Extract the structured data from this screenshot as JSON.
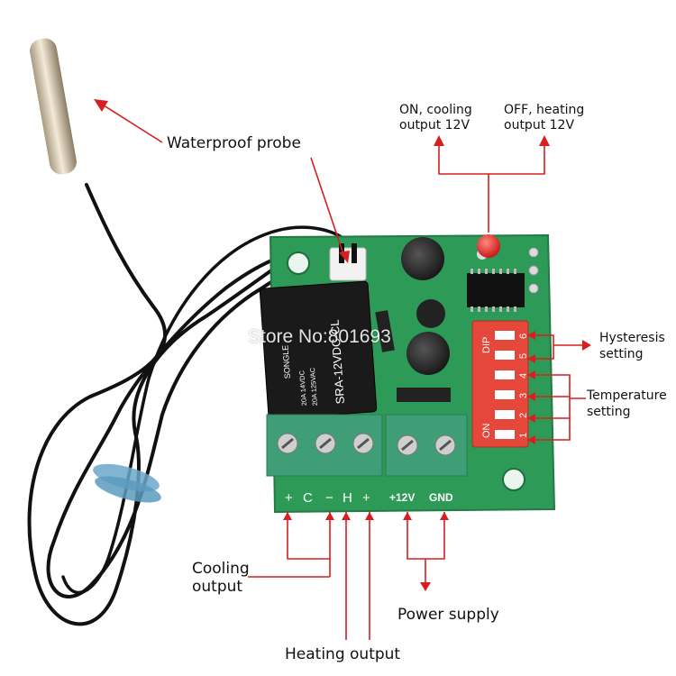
{
  "labels": {
    "probe": "Waterproof probe",
    "on_cooling_line1": "ON,  cooling",
    "on_cooling_line2": "output 12V",
    "off_heating_line1": "OFF, heating",
    "off_heating_line2": "output 12V",
    "hysteresis_line1": "Hysteresis",
    "hysteresis_line2": "setting",
    "temperature_line1": "Temperature",
    "temperature_line2": "setting",
    "cooling_line1": "Cooling",
    "cooling_line2": "output",
    "power_supply": "Power supply",
    "heating_output": "Heating output"
  },
  "board_silkscreen": {
    "terminals": [
      "+",
      "C",
      "−",
      "H",
      "+",
      "+12V",
      "GND"
    ],
    "relay_model": "SRA-12VDC-CL",
    "relay_brand": "SONGLE",
    "relay_rating_1": "20A 14VDC",
    "relay_rating_2": "20A 125VAC",
    "dip_label": "DIP",
    "dip_on_label": "ON",
    "dip_numbers": [
      "6",
      "5",
      "4",
      "3",
      "2",
      "1"
    ]
  },
  "watermark": "Store No:801693",
  "colors": {
    "pcb": "#2e9a57",
    "terminal_block": "#3f9e76",
    "dip_switch": "#e5473a",
    "callout_line": "#d81e1e",
    "relay": "#1a1a1a",
    "probe_sleeve": "#d8c9ae"
  }
}
